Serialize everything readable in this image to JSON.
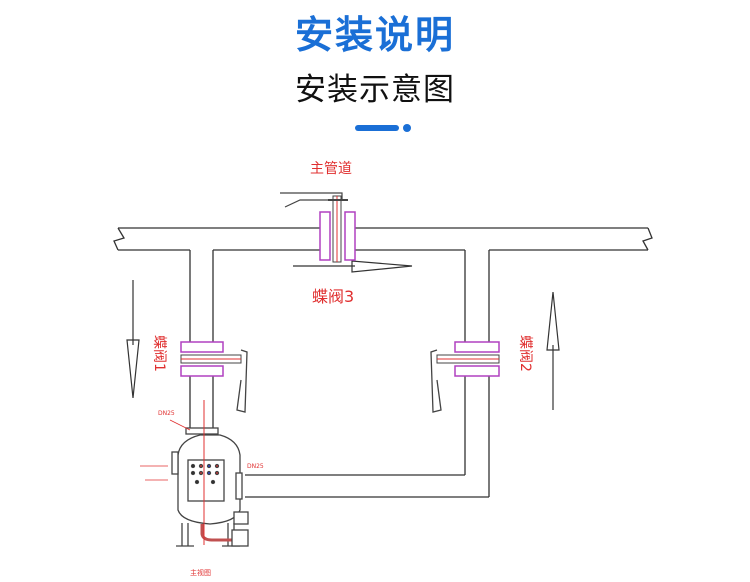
{
  "header": {
    "title": "安装说明",
    "subtitle": "安装示意图"
  },
  "colors": {
    "accent": "#1a6fd6",
    "annotation": "#e03030",
    "flange": "#b040c0"
  },
  "diagram": {
    "main_pipe_label": "主管道",
    "valve_3_label": "蝶阀3",
    "valve_1_label": "蝶阀1",
    "valve_2_label": "蝶阀2",
    "inlet_label": "DN25",
    "outlet_label": "DN25",
    "view_label": "主视图"
  }
}
